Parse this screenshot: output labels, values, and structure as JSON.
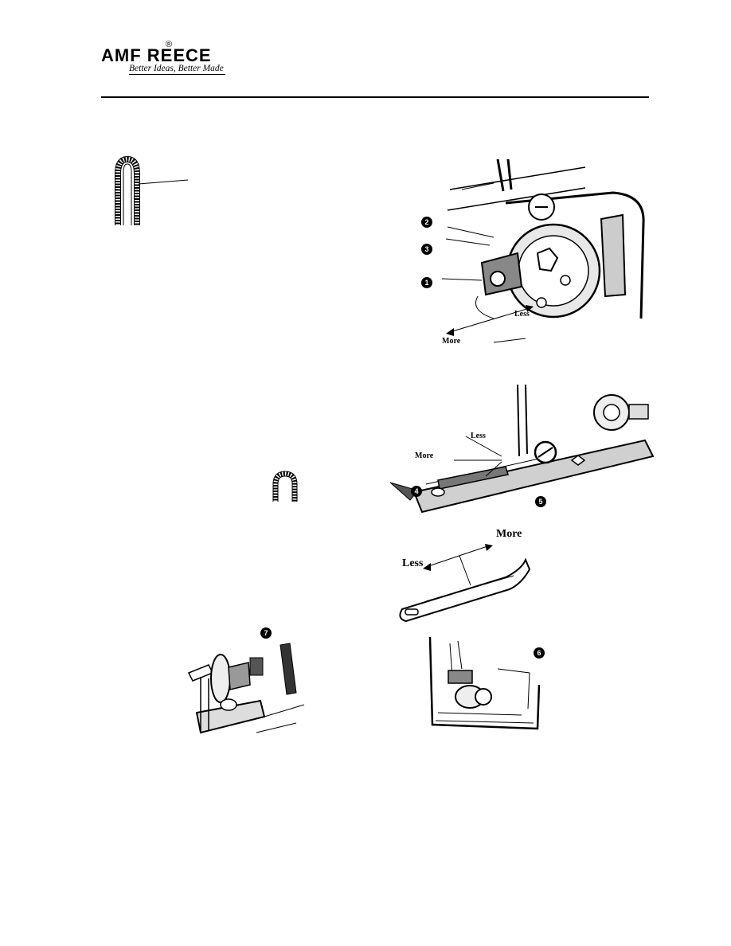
{
  "header": {
    "brand": "AMF REECE",
    "registered_mark": "®",
    "tagline": "Better Ideas, Better Made"
  },
  "figures": {
    "fig_top": {
      "callouts": [
        "2",
        "3",
        "1"
      ],
      "labels": {
        "less": "Less",
        "more": "More"
      }
    },
    "fig_middle": {
      "callouts": [
        "4",
        "5"
      ],
      "labels": {
        "less": "Less",
        "more": "More"
      }
    },
    "fig_part": {
      "labels": {
        "less": "Less",
        "more": "More"
      }
    },
    "fig_left_bottom": {
      "callouts": [
        "7"
      ]
    },
    "fig_right_bottom": {
      "callouts": [
        "6"
      ]
    }
  }
}
